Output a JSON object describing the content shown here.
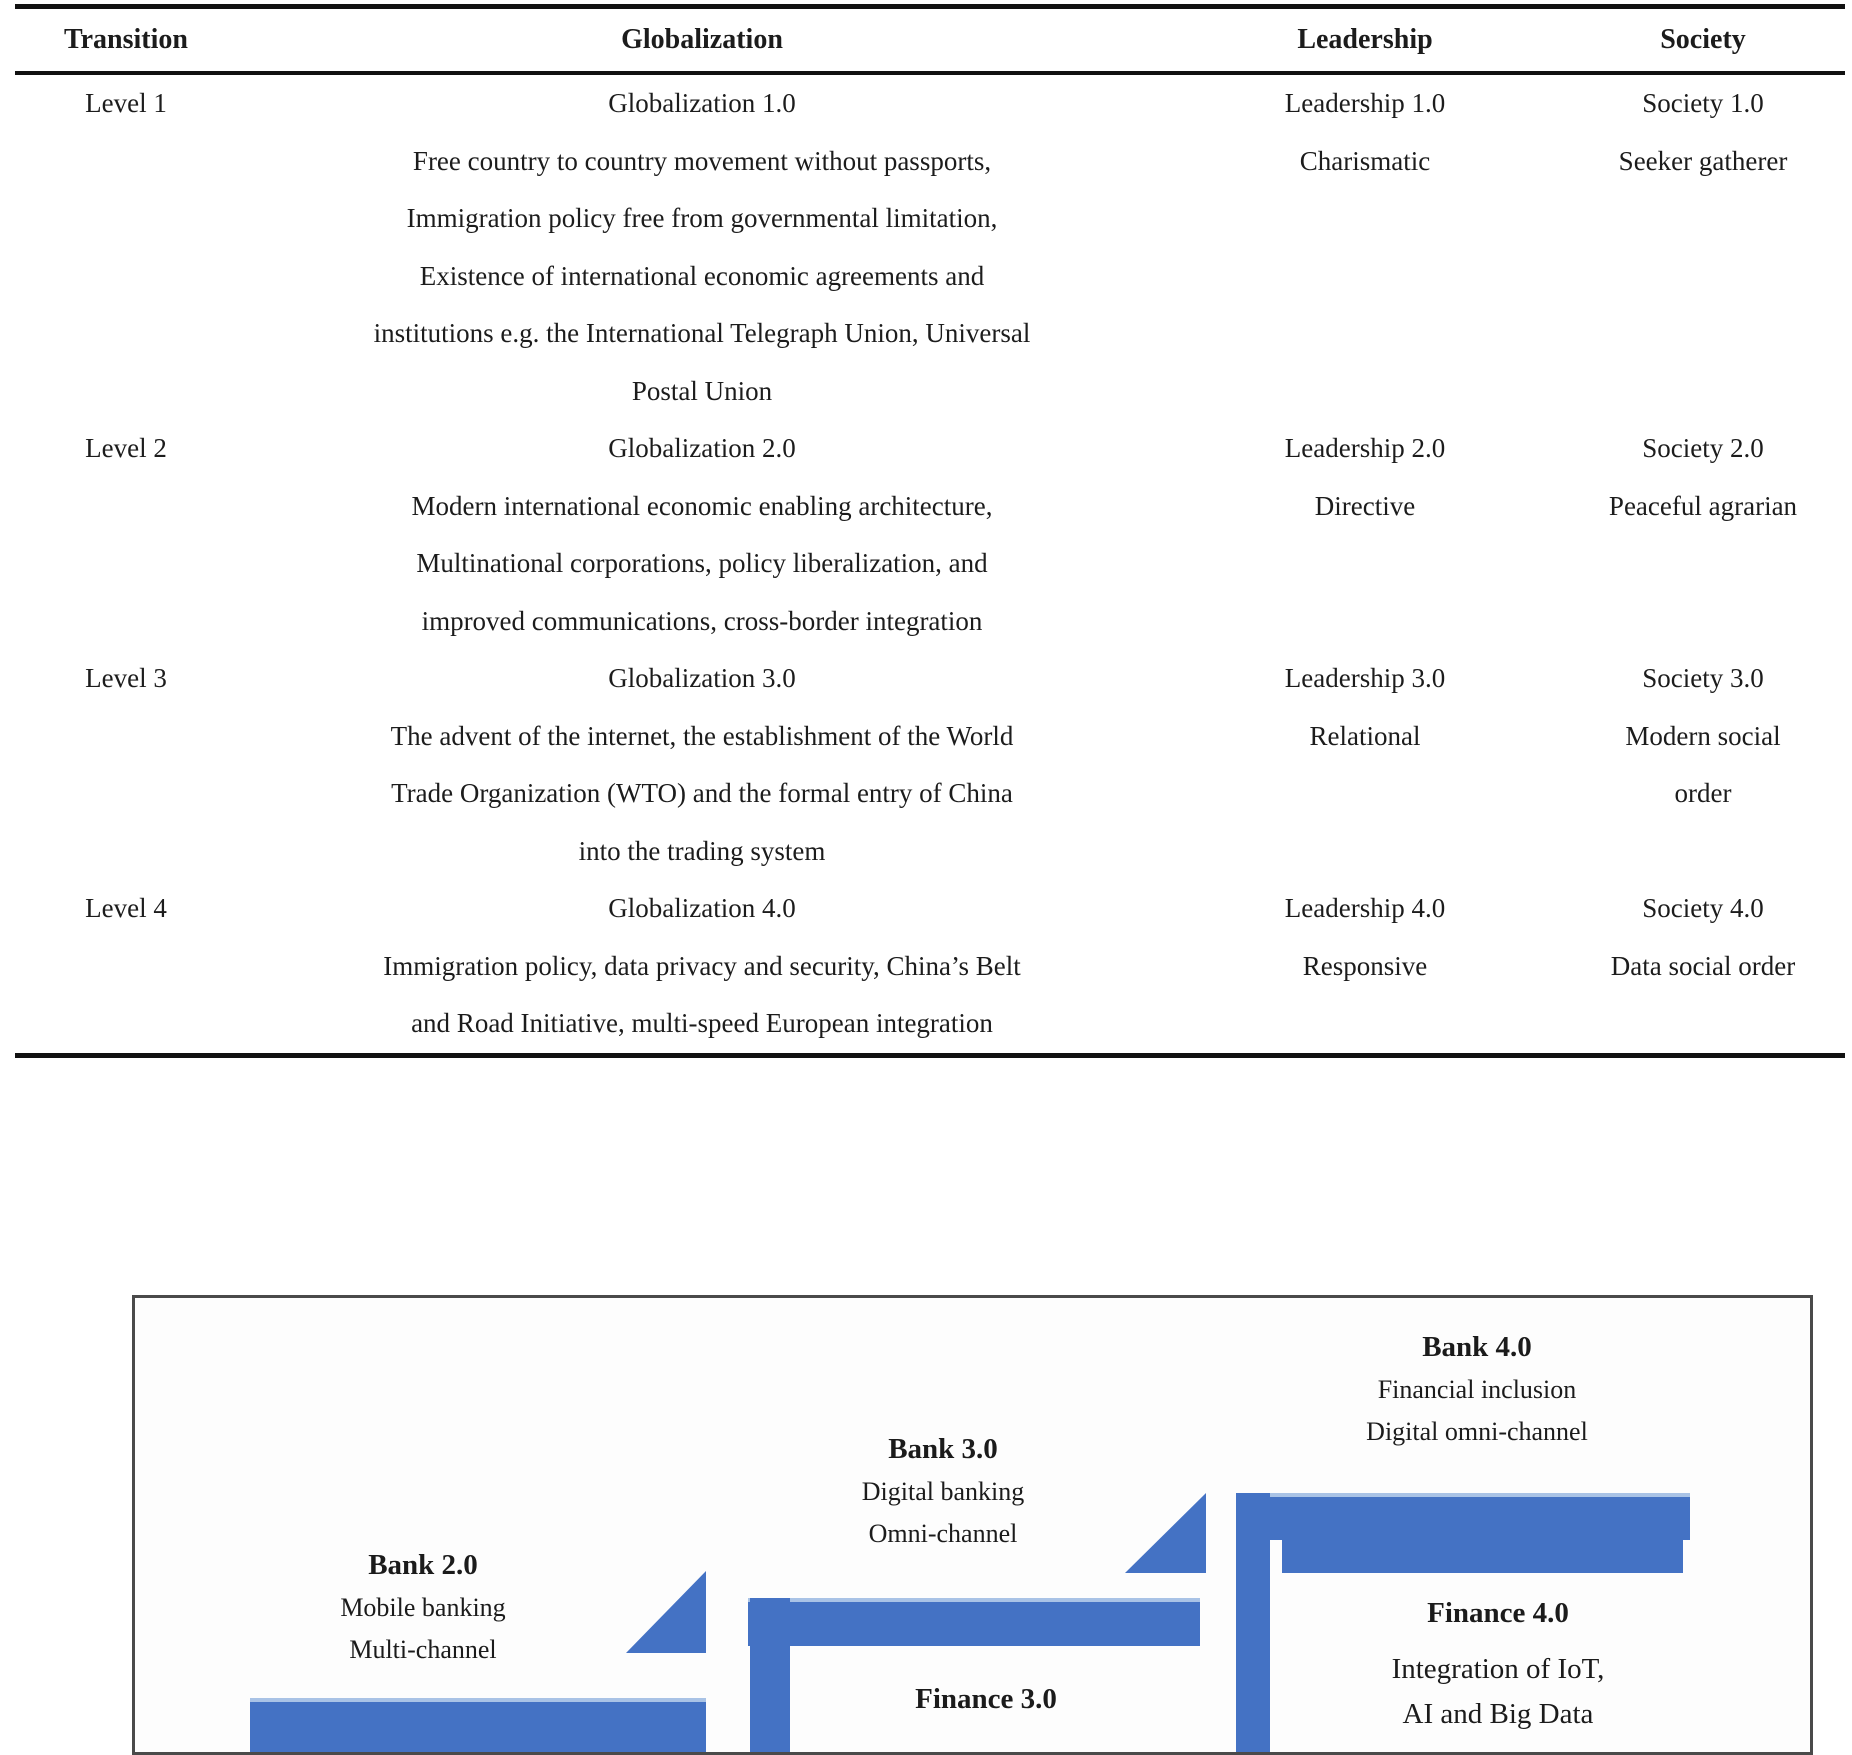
{
  "table": {
    "headers": [
      "Transition",
      "Globalization",
      "Leadership",
      "Society"
    ],
    "rows": [
      {
        "transition": "Level 1",
        "globalization": "Globalization 1.0",
        "leadership": "Leadership 1.0",
        "society": "Society 1.0"
      },
      {
        "transition": "",
        "globalization": "Free country to country movement without passports,",
        "leadership": "Charismatic",
        "society": "Seeker gatherer"
      },
      {
        "transition": "",
        "globalization": "Immigration policy free from governmental limitation,",
        "leadership": "",
        "society": ""
      },
      {
        "transition": "",
        "globalization": "Existence of international economic agreements and",
        "leadership": "",
        "society": ""
      },
      {
        "transition": "",
        "globalization": "institutions e.g. the International Telegraph Union, Universal",
        "leadership": "",
        "society": ""
      },
      {
        "transition": "",
        "globalization": "Postal Union",
        "leadership": "",
        "society": ""
      },
      {
        "transition": "Level 2",
        "globalization": "Globalization 2.0",
        "leadership": "Leadership 2.0",
        "society": "Society 2.0"
      },
      {
        "transition": "",
        "globalization": "Modern international economic enabling architecture,",
        "leadership": "Directive",
        "society": "Peaceful agrarian"
      },
      {
        "transition": "",
        "globalization": "Multinational corporations, policy liberalization, and",
        "leadership": "",
        "society": ""
      },
      {
        "transition": "",
        "globalization": "improved communications, cross-border integration",
        "leadership": "",
        "society": ""
      },
      {
        "transition": "Level 3",
        "globalization": "Globalization 3.0",
        "leadership": "Leadership 3.0",
        "society": "Society 3.0"
      },
      {
        "transition": "",
        "globalization": "The advent of the internet, the establishment of the World",
        "leadership": "Relational",
        "society": "Modern social"
      },
      {
        "transition": "",
        "globalization": "Trade Organization (WTO) and the formal entry of China",
        "leadership": "",
        "society": "order"
      },
      {
        "transition": "",
        "globalization": "into the trading system",
        "leadership": "",
        "society": ""
      },
      {
        "transition": "Level 4",
        "globalization": "Globalization 4.0",
        "leadership": "Leadership 4.0",
        "society": "Society 4.0"
      },
      {
        "transition": "",
        "globalization": "Immigration policy, data privacy and security, China’s Belt",
        "leadership": "Responsive",
        "society": "Data social order"
      },
      {
        "transition": "",
        "globalization": "and Road Initiative, multi-speed European integration",
        "leadership": "",
        "society": ""
      }
    ]
  },
  "figure": {
    "accent_color": "#4472c4",
    "steps": [
      {
        "title": "Bank 2.0",
        "line1": "Mobile banking",
        "line2": "Multi-channel"
      },
      {
        "title": "Bank 3.0",
        "line1": "Digital banking",
        "line2": "Omni-channel"
      },
      {
        "title": "Bank 4.0",
        "line1": "Financial inclusion",
        "line2": "Digital omni-channel"
      },
      {
        "title": "Finance 3.0",
        "line1": "",
        "line2": ""
      },
      {
        "title": "Finance 4.0",
        "line1": "Integration of IoT,",
        "line2": "AI and Big Data"
      }
    ]
  }
}
